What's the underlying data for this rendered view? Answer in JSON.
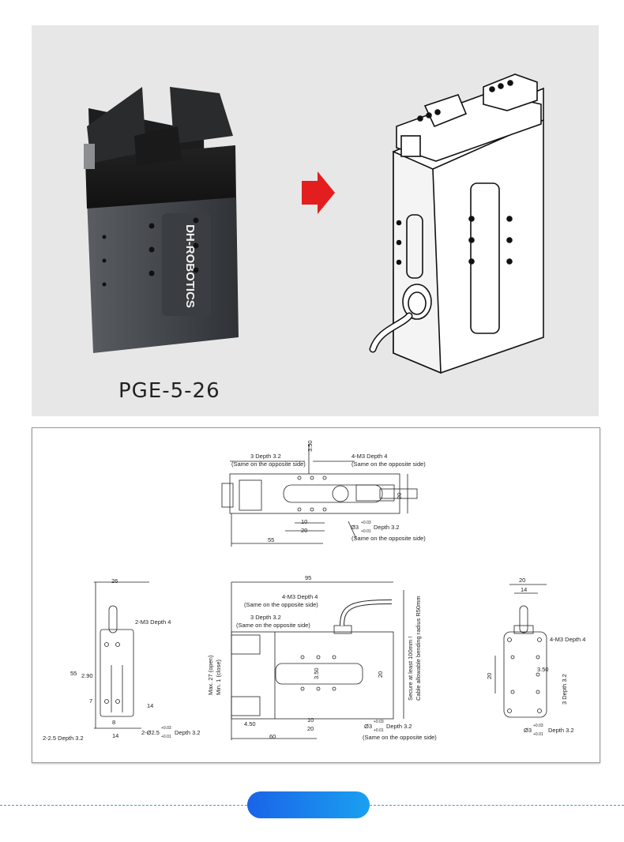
{
  "product": {
    "model": "PGE-5-26",
    "brand_logo": "DH-ROBOTICS",
    "arrow_color": "#e41e1e",
    "render_icon": "gripper-photo",
    "lineart_icon": "gripper-line-drawing"
  },
  "top_view": {
    "note_hole": "3  Depth 3.2",
    "note_hole_side": "(Same on the opposite side)",
    "note_m3": "4-M3 Depth 4",
    "note_m3_side": "(Same on the opposite side)",
    "dim_350": "3.50",
    "dim_20": "20",
    "dim_10": "10",
    "dim_20b": "20",
    "dim_55": "55",
    "dowel": "Ø3",
    "tol_plus": "+0.03",
    "tol_minus": "+0.01",
    "dowel_depth": "Depth 3.2",
    "dowel_side": "(Same on the opposite side)"
  },
  "left_view": {
    "dim_26": "26",
    "note_m3": "2-M3 Depth 4",
    "dim_55": "55",
    "dim_290": "2.90",
    "dim_7": "7",
    "dim_14": "14",
    "dim_8": "8",
    "dim_14b": "14",
    "hole": "2-2.5 Depth 3.2",
    "pin": "2-Ø2.5",
    "tol_plus": "+0.03",
    "tol_minus": "+0.01",
    "pin_depth": "Depth 3.2"
  },
  "front_view": {
    "dim_95": "95",
    "note_m3": "4-M3 Depth 4",
    "note_m3_side": "(Same on the opposite side)",
    "note_hole": "3 Depth 3.2",
    "note_hole_side": "(Same on the opposite side)",
    "stroke_open": "Max. 27 (open)",
    "stroke_close": "Min. 1 (close)",
    "dim_350": "3.50",
    "dim_20": "20",
    "cable_1": "Secure at least 100mm !",
    "cable_2": "Cable allowable bending radius R50mm",
    "dim_450": "4.50",
    "dim_10": "10",
    "dim_20b": "20",
    "dim_60": "60",
    "dowel": "Ø3",
    "tol_plus": "+0.03",
    "tol_minus": "+0.01",
    "dowel_depth": "Depth 3.2",
    "dowel_side": "(Same on the opposite side)"
  },
  "right_view": {
    "dim_20": "20",
    "dim_14": "14",
    "note_m3": "4-M3 Depth 4",
    "dim_20v": "20",
    "dim_350": "3.50",
    "hole": "3  Depth 3.2",
    "dowel": "Ø3",
    "tol_plus": "+0.03",
    "tol_minus": "+0.01",
    "dowel_depth": "Depth 3.2"
  },
  "footer": {
    "divider_color": "#3c9ad8",
    "button_icon": "blue-pill-button"
  }
}
